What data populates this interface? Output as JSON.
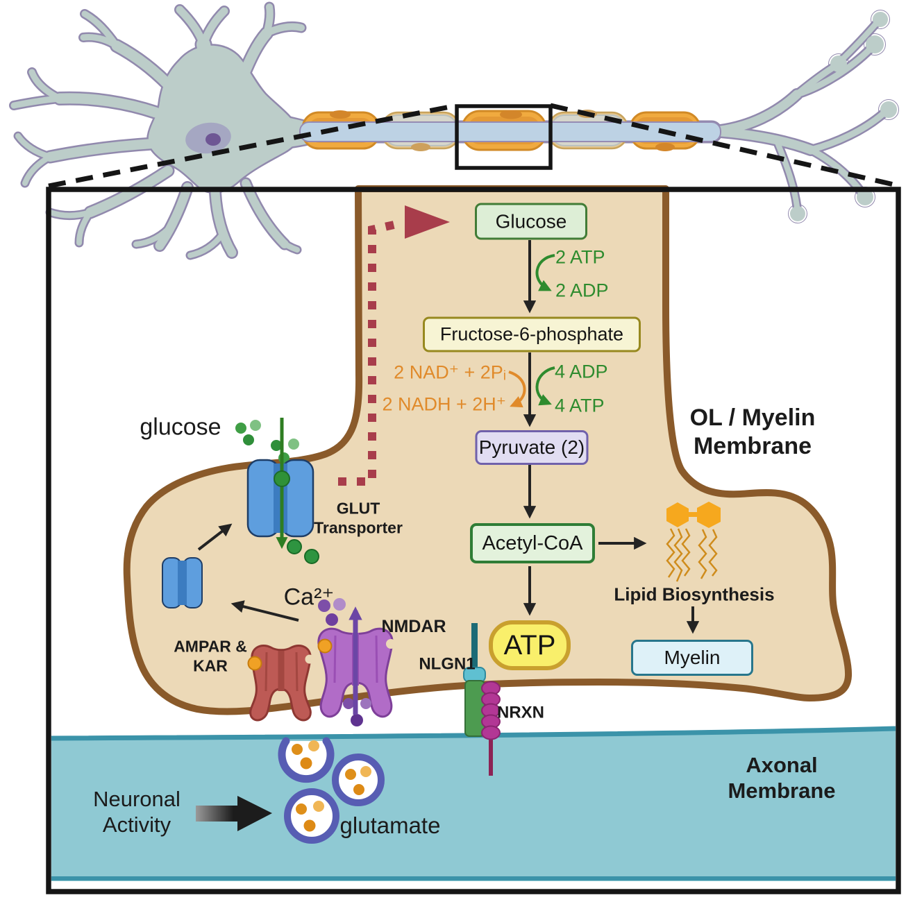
{
  "labels": {
    "glucose": "glucose",
    "glut": "GLUT\nTransporter",
    "ca": "Ca²⁺",
    "ampar_kar": "AMPAR &\nKAR",
    "nmdar": "NMDAR",
    "nlgn1": "NLGN1",
    "nrxn": "NRXN",
    "ol_membrane": "OL / Myelin\nMembrane",
    "lipid_biosynthesis": "Lipid Biosynthesis",
    "axonal_membrane": "Axonal\nMembrane",
    "neuronal_activity": "Neuronal\nActivity",
    "glutamate": "glutamate"
  },
  "pathway": {
    "glucose": "Glucose",
    "fructose6phosphate": "Fructose-6-phosphate",
    "pyruvate": "Pyruvate (2)",
    "acetyl_coa": "Acetyl-CoA",
    "atp": "ATP",
    "myelin": "Myelin",
    "cofactors": {
      "atp2": "2 ATP",
      "adp2": "2 ADP",
      "nad_in": "2 NAD⁺ + 2Pᵢ",
      "nadh_out": "2 NADH + 2H⁺",
      "adp4": "4 ADP",
      "atp4": "4 ATP"
    }
  },
  "icons": {
    "neuron-icon": "stylized neuron with dendrites, myelinated axon and terminals",
    "glut-transporter-icon": "blue membrane channel",
    "ampar-kar-receptor-icon": "red ionotropic receptor",
    "nmdar-receptor-icon": "purple ionotropic receptor",
    "vesicle-icon": "indigo ring with orange glutamate dots",
    "lipid-icon": "orange hexagon heads with acyl zigzag tails"
  },
  "colors": {
    "cell_fill": "#ecd9b7",
    "membrane_brown": "#8a5a2a",
    "axonal_band_fill": "#8fc9d3",
    "axonal_band_line": "#3b93a9",
    "maroon_dashed_arrow": "#a83d4b",
    "green_text": "#2e8b2e",
    "orange_text": "#e08a2a",
    "glut_blue": "#5e9ede",
    "ampar_red": "#bd5a55",
    "nmdar_purple": "#b16cc7",
    "vesicle_ring": "#575db3",
    "glutamate_dot": "#de8f1a",
    "lipid_orange": "#f6a81e",
    "atp_fill": "#f9ef6b",
    "atp_border": "#c9a02e",
    "neuron_fill": "#bccdc9",
    "neuron_outline": "#9189ad"
  }
}
